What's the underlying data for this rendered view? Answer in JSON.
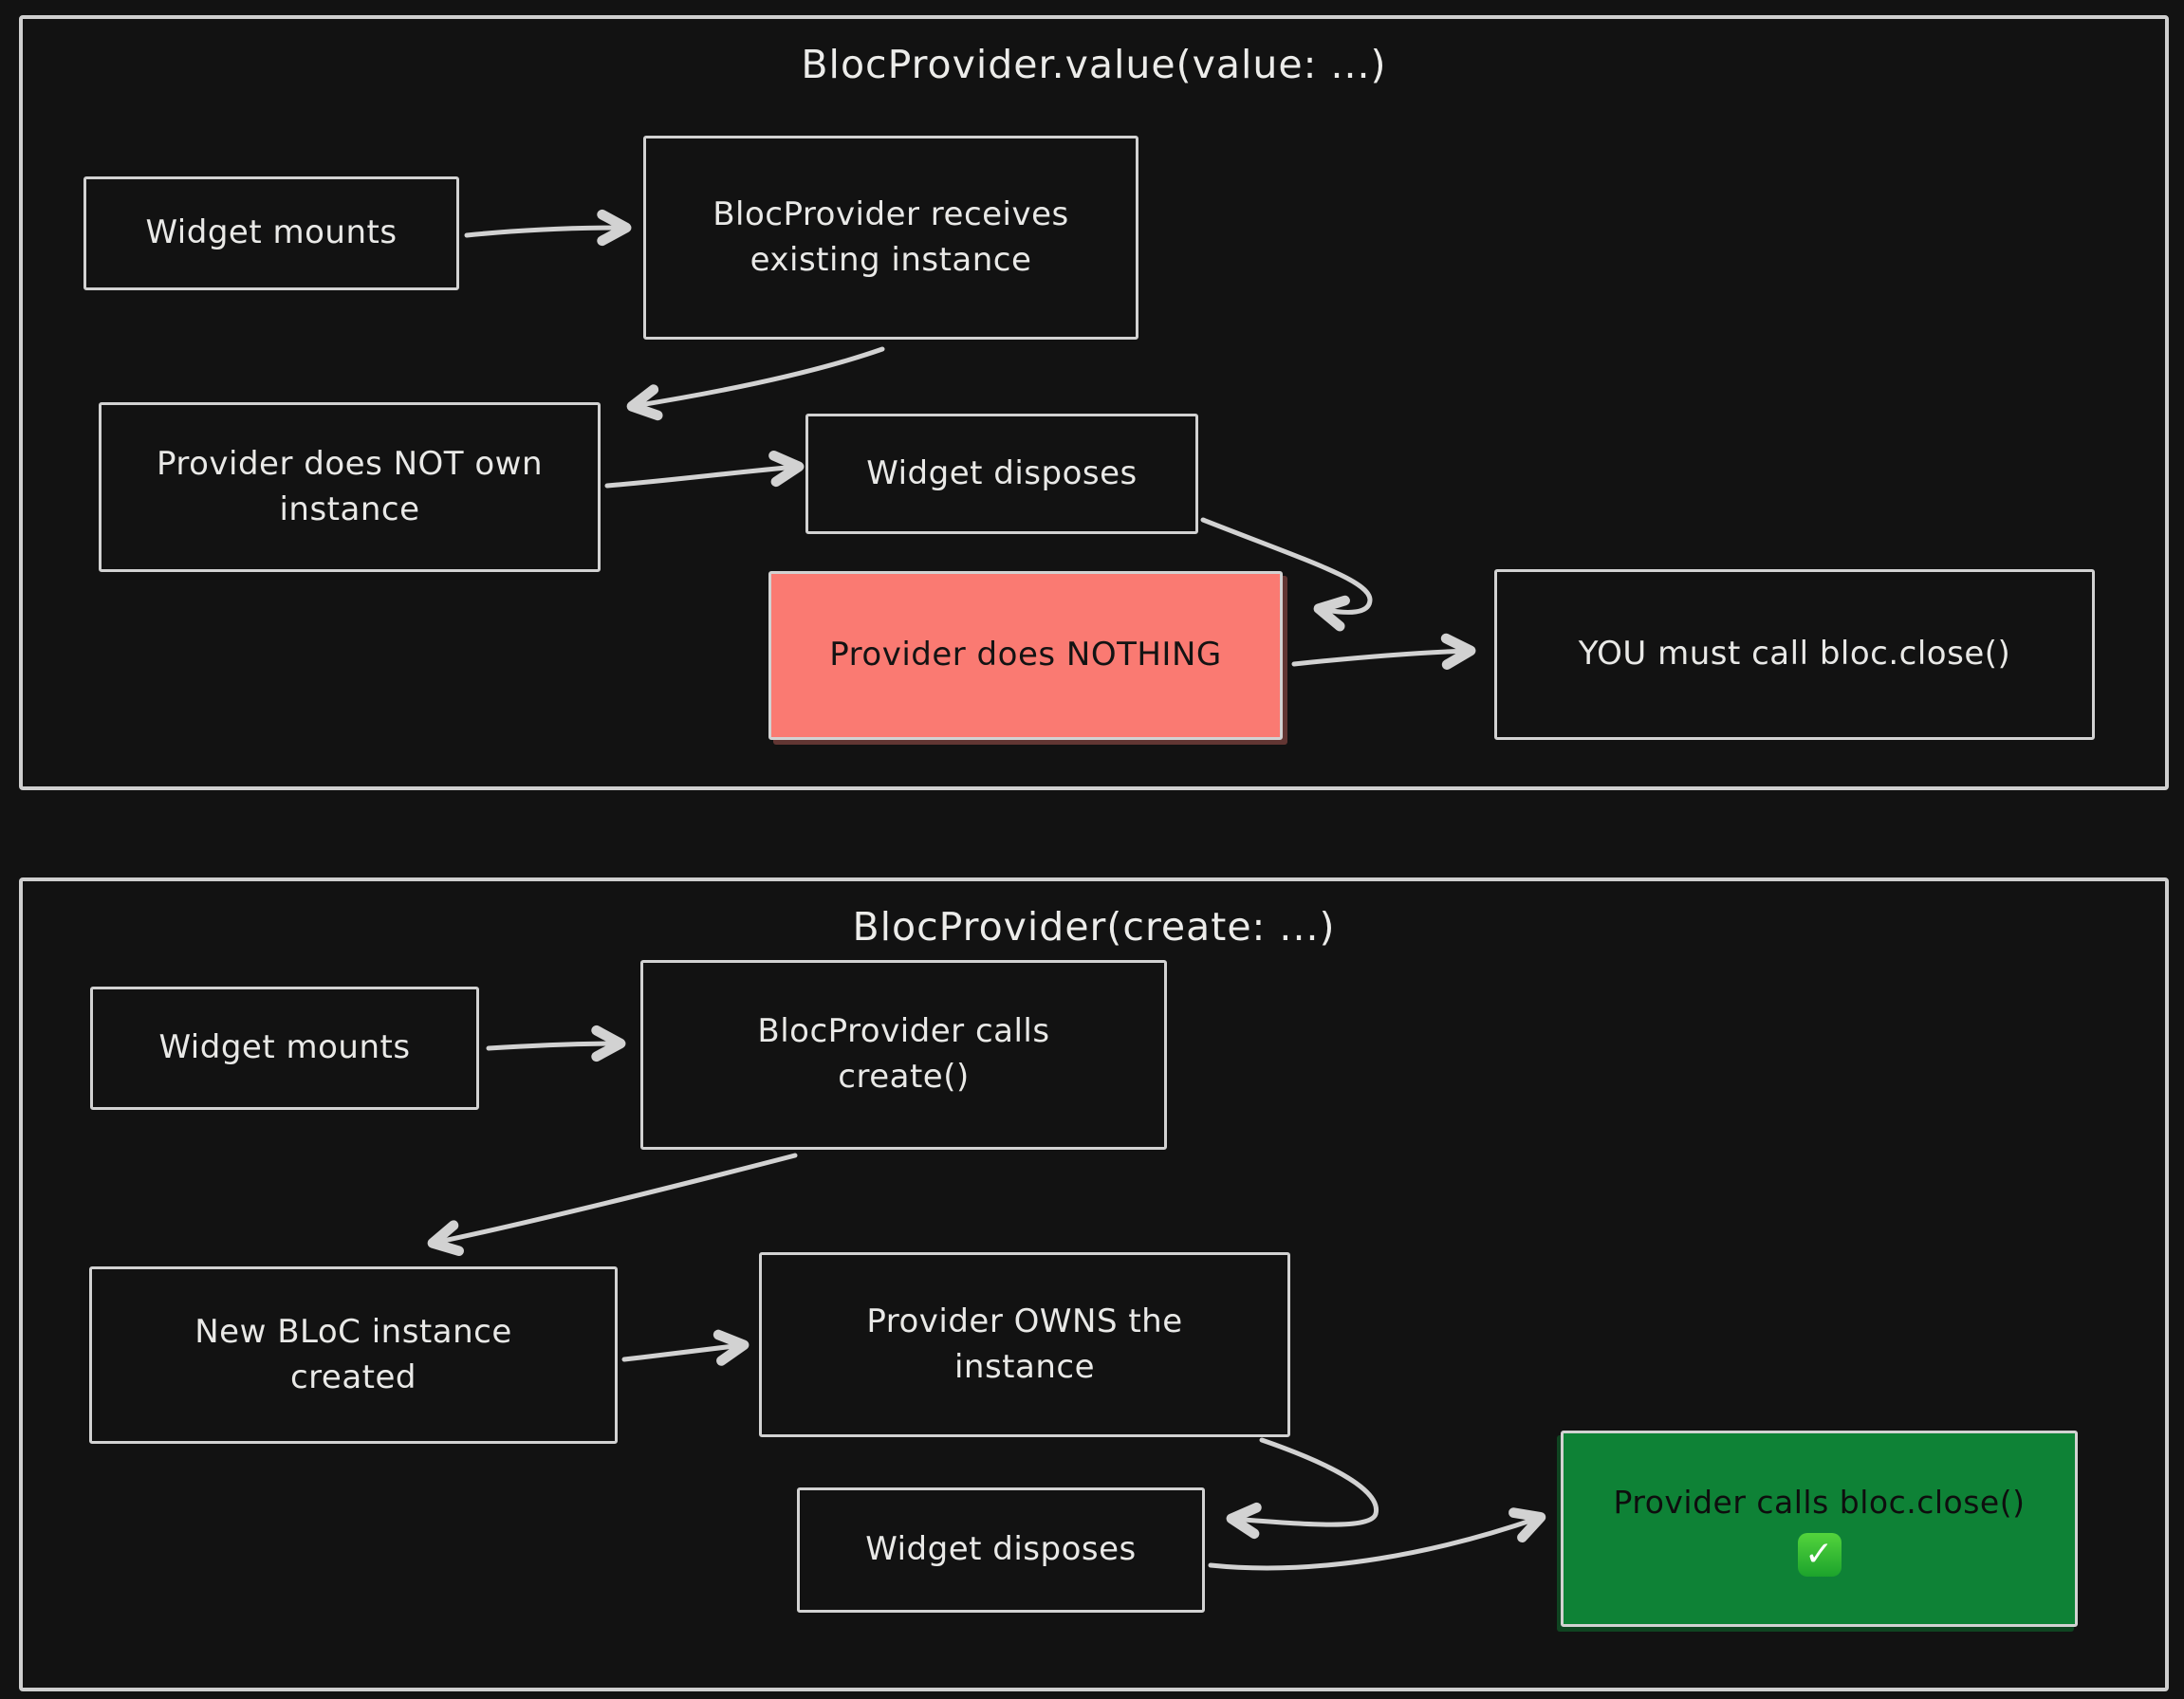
{
  "diagram": {
    "panels": [
      {
        "title": "BlocProvider.value(value: ...)",
        "nodes": {
          "widget_mounts": "Widget mounts",
          "receives_existing": "BlocProvider receives existing instance",
          "not_own": "Provider does NOT own instance",
          "widget_disposes": "Widget disposes",
          "does_nothing": "Provider does NOTHING",
          "you_must_close": "YOU must call bloc.close()"
        }
      },
      {
        "title": "BlocProvider(create: ...)",
        "nodes": {
          "widget_mounts": "Widget mounts",
          "calls_create": "BlocProvider calls create()",
          "new_instance": "New BLoC instance created",
          "owns_instance": "Provider OWNS the instance",
          "widget_disposes": "Widget disposes",
          "provider_closes": "Provider calls bloc.close()"
        }
      }
    ],
    "icons": {
      "check": "✓"
    },
    "colors": {
      "background": "#121212",
      "stroke": "#d2d2d2",
      "text": "#e9e9e7",
      "danger_fill": "#fa7a72",
      "success_fill": "#0e8236",
      "dark_text": "#131313"
    }
  }
}
